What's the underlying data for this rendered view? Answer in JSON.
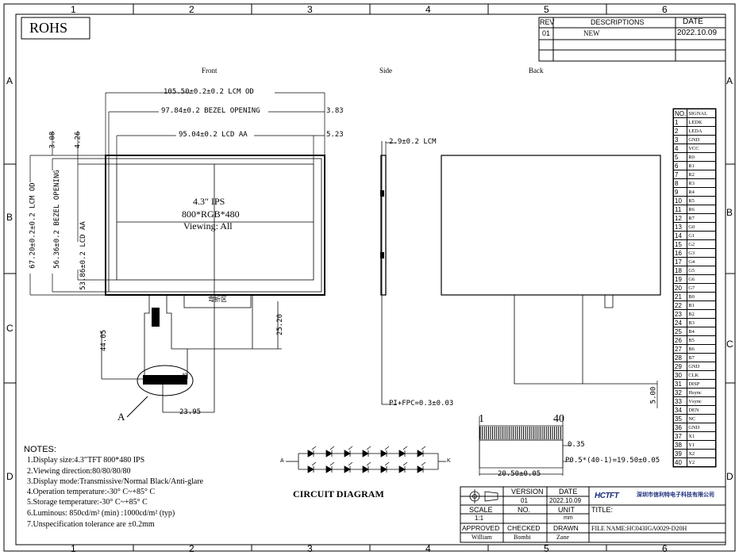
{
  "grid": {
    "columns": [
      "1",
      "2",
      "3",
      "4",
      "5",
      "6"
    ],
    "rows": [
      "A",
      "B",
      "C",
      "D"
    ]
  },
  "rohs": "ROHS",
  "revision": {
    "header_rev": "REV",
    "header_desc": "DESCRIPTIONS",
    "header_date": "DATE",
    "rev": "01",
    "desc": "NEW",
    "date": "2022.10.09"
  },
  "views": {
    "front": "Front",
    "side": "Side",
    "back": "Back"
  },
  "dimensions": {
    "lcm_od": "105.50±0.2±0.2 LCM OD",
    "bezel_opening": "97.84±0.2 BEZEL OPENING",
    "lcd_aa": "95.04±0.2 LCD AA",
    "offset_3_83": "3.83",
    "offset_5_23": "5.23",
    "offset_3_08": "3.08",
    "offset_4_26": "4.26",
    "height_lcm_od": "67.20±0.2±0.2 LCM OD",
    "height_bezel": "56.36±0.2 BEZEL OPENING",
    "height_lcd_aa": "53.86±0.2 LCD AA",
    "fpc_44_05": "44.05",
    "fpc_25_20": "25.20",
    "fpc_23_95": "23.95",
    "side_lcm": "2.9±0.2 LCM",
    "side_pi_fpc": "PI+FPC=0.3±0.03",
    "back_5_00": "5.00",
    "pin_width": "20.50±0.05",
    "pin_pitch": "P0.5*(40-1)=19.50±0.05",
    "pin_0_35": "0.35",
    "pin_1": "1",
    "pin_40": "40"
  },
  "display_text": {
    "line1": "4.3″ IPS",
    "line2": "800*RGB*480",
    "line3": "Viewing: All",
    "fpc_label": "弯折区",
    "detail_label": "A",
    "connector_pin": "40"
  },
  "circuit": {
    "title": "CIRCUIT DIAGRAM",
    "anode": "A",
    "cathode": "K"
  },
  "pins": {
    "header_no": "NO.",
    "header_signal": "SIGNAL",
    "rows": [
      [
        "1",
        "LEDK"
      ],
      [
        "2",
        "LEDA"
      ],
      [
        "3",
        "GND"
      ],
      [
        "4",
        "VCC"
      ],
      [
        "5",
        "R0"
      ],
      [
        "6",
        "R1"
      ],
      [
        "7",
        "R2"
      ],
      [
        "8",
        "R3"
      ],
      [
        "9",
        "R4"
      ],
      [
        "10",
        "R5"
      ],
      [
        "11",
        "R6"
      ],
      [
        "12",
        "R7"
      ],
      [
        "13",
        "G0"
      ],
      [
        "14",
        "G1"
      ],
      [
        "15",
        "G2"
      ],
      [
        "16",
        "G3"
      ],
      [
        "17",
        "G4"
      ],
      [
        "18",
        "G5"
      ],
      [
        "19",
        "G6"
      ],
      [
        "20",
        "G7"
      ],
      [
        "21",
        "B0"
      ],
      [
        "22",
        "B1"
      ],
      [
        "23",
        "B2"
      ],
      [
        "24",
        "B3"
      ],
      [
        "25",
        "B4"
      ],
      [
        "26",
        "B5"
      ],
      [
        "27",
        "B6"
      ],
      [
        "28",
        "B7"
      ],
      [
        "29",
        "GND"
      ],
      [
        "30",
        "CLK"
      ],
      [
        "31",
        "DISP"
      ],
      [
        "32",
        "Hsync"
      ],
      [
        "33",
        "Vsync"
      ],
      [
        "34",
        "DEN"
      ],
      [
        "35",
        "NC"
      ],
      [
        "36",
        "GND"
      ],
      [
        "37",
        "X1"
      ],
      [
        "38",
        "Y1"
      ],
      [
        "39",
        "X2"
      ],
      [
        "40",
        "Y2"
      ]
    ]
  },
  "notes": {
    "heading": "NOTES:",
    "items": [
      "1.Display size:4.3″TFT 800*480 IPS",
      "2.Viewing direction:80/80/80/80",
      "3.Display mode:Transmissive/Normal Black/Anti-glare",
      "4.Operation temperature:-30° C~+85° C",
      "5.Storage temperature:-30° C~+85° C",
      "6.Luminous: 850cd/m² (min) :1000cd/m² (typ)",
      "7.Unspecification tolerance are ±0.2mm"
    ]
  },
  "title_block": {
    "version_label": "VERSION",
    "version": "01",
    "date_label": "DATE",
    "date": "2022.10.09",
    "scale_label": "SCALE",
    "scale": "1:1",
    "no_label": "NO.",
    "unit_label": "UNIT",
    "unit": "mm",
    "title_label": "TITLE:",
    "approved_label": "APPROVED",
    "checked_label": "CHECKED",
    "drawn_label": "DRAWN",
    "approved": "William",
    "checked": "Bombi",
    "drawn": "Zane",
    "file_name": "FILE NAME:HC043IGA0029-D20H",
    "company_cn": "深圳市信利特电子科技有限公司",
    "company_logo_text": "HCTFT"
  }
}
